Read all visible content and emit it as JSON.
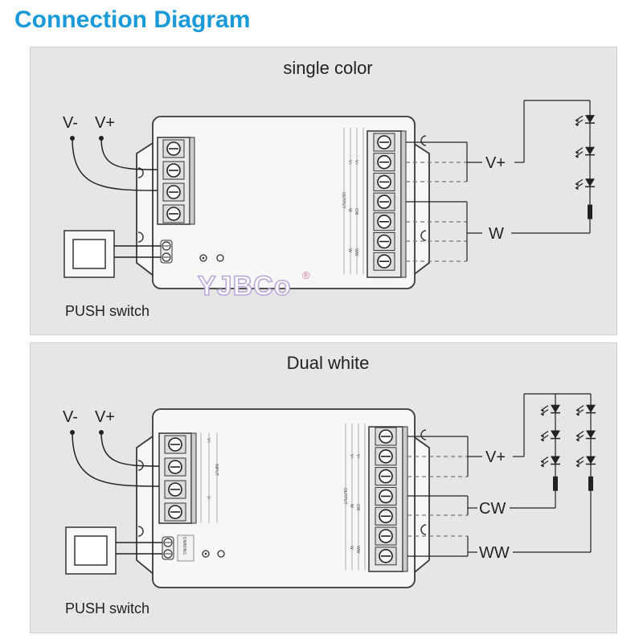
{
  "page_title": "Connection Diagram",
  "brand": {
    "logo_text": "YJBCo",
    "registered_mark": "®"
  },
  "single_color": {
    "title": "single color",
    "input_labels": {
      "negative": "V-",
      "positive": "V+"
    },
    "output_labels": {
      "common": "V+",
      "channel": "W"
    },
    "switch_label": "PUSH switch",
    "silk": {
      "input": "",
      "output": "OUTPUT",
      "w": "W",
      "cw": "CW",
      "ww": "WW",
      "vp": "V+"
    }
  },
  "dual_white": {
    "title": "Dual white",
    "input_labels": {
      "negative": "V-",
      "positive": "V+"
    },
    "output_labels": {
      "common": "V+",
      "cool": "CW",
      "warm": "WW"
    },
    "switch_label": "PUSH switch",
    "silk": {
      "input": "INPUT",
      "vp": "V+",
      "vn": "V-",
      "output": "OUTPUT",
      "w": "W",
      "cw": "CW",
      "ww": "WW",
      "dimming": "DIMMING"
    }
  }
}
